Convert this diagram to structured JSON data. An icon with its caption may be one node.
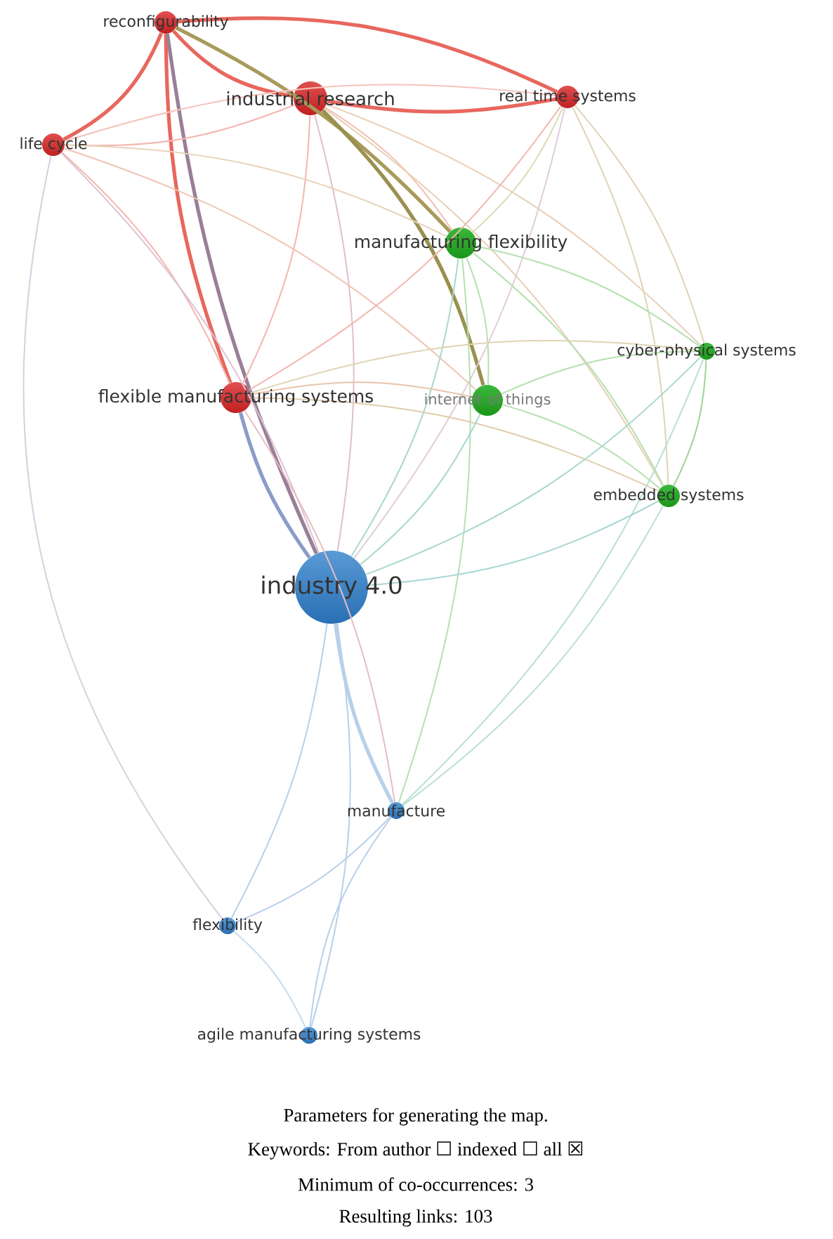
{
  "diagram": {
    "caption": "Parameters for generating the map.",
    "nodes": [
      {
        "text": [
          "reconfigurability"
        ]
      },
      {
        "text": [
          "industrial research"
        ]
      },
      {
        "text": [
          "real time systems"
        ]
      },
      {
        "text": [
          "life cycle"
        ]
      },
      {
        "text": [
          "manufacturing flexibility"
        ]
      },
      {
        "text": [
          "cyber-physical systems"
        ]
      },
      {
        "text": [
          "flexible manufacturing systems"
        ]
      },
      {
        "text": [
          "internet of things"
        ]
      },
      {
        "text": [
          "embedded systems"
        ]
      },
      {
        "text": [
          "industry 4.0"
        ]
      },
      {
        "text": [
          "manufacture"
        ]
      },
      {
        "text": [
          "flexibility"
        ]
      },
      {
        "text": [
          "agile manufacturing systems"
        ]
      }
    ],
    "edges": [
      {
        "from": 0,
        "to": 1,
        "arrow": "none",
        "style": "thick",
        "color": "#e8675e"
      },
      {
        "from": 0,
        "to": 2,
        "arrow": "none",
        "style": "thick",
        "color": "#e8675e"
      },
      {
        "from": 0,
        "to": 3,
        "arrow": "none",
        "style": "thick",
        "color": "#e8675e"
      },
      {
        "from": 0,
        "to": 6,
        "arrow": "none",
        "style": "thick",
        "color": "#e8675e"
      },
      {
        "from": 0,
        "to": 9,
        "arrow": "none",
        "style": "thick",
        "color": "#9a7f98"
      },
      {
        "from": 0,
        "to": 4,
        "arrow": "none",
        "style": "thick",
        "color": "#a89a5a"
      },
      {
        "from": 1,
        "to": 2,
        "arrow": "none",
        "style": "thick",
        "color": "#e8675e"
      },
      {
        "from": 1,
        "to": 3,
        "arrow": "none",
        "color": "#f4b6b0"
      },
      {
        "from": 1,
        "to": 6,
        "arrow": "none",
        "color": "#f4b6b0"
      },
      {
        "from": 1,
        "to": 9,
        "arrow": "none",
        "color": "#dcc0d0"
      },
      {
        "from": 1,
        "to": 4,
        "arrow": "none",
        "color": "#f2c0b0"
      },
      {
        "from": 1,
        "to": 7,
        "arrow": "none",
        "style": "thick",
        "color": "#9a9050"
      },
      {
        "from": 1,
        "to": 5,
        "arrow": "none",
        "color": "#e8d0b8"
      },
      {
        "from": 1,
        "to": 8,
        "arrow": "none",
        "color": "#e8d0b8"
      },
      {
        "from": 3,
        "to": 6,
        "arrow": "none",
        "color": "#f4b6b0"
      },
      {
        "from": 3,
        "to": 9,
        "arrow": "none",
        "color": "#dcc4d4"
      },
      {
        "from": 3,
        "to": 4,
        "arrow": "none",
        "color": "#e8d4bc"
      },
      {
        "from": 3,
        "to": 7,
        "arrow": "none",
        "color": "#f0c4b4"
      },
      {
        "from": 3,
        "to": 2,
        "arrow": "none",
        "color": "#f4c4bc"
      },
      {
        "from": 3,
        "to": 11,
        "arrow": "none",
        "color": "#dccce0"
      },
      {
        "from": 2,
        "to": 6,
        "arrow": "none",
        "color": "#f4b6b0"
      },
      {
        "from": 2,
        "to": 4,
        "arrow": "none",
        "color": "#dcdcb4"
      },
      {
        "from": 2,
        "to": 5,
        "arrow": "none",
        "color": "#e0d4b4"
      },
      {
        "from": 2,
        "to": 8,
        "arrow": "none",
        "color": "#e0d4b4"
      },
      {
        "from": 2,
        "to": 9,
        "arrow": "none",
        "color": "#e0ccd8"
      },
      {
        "from": 4,
        "to": 9,
        "arrow": "none",
        "color": "#a8d8cc"
      },
      {
        "from": 4,
        "to": 5,
        "arrow": "none",
        "color": "#b6e0b0"
      },
      {
        "from": 4,
        "to": 8,
        "arrow": "none",
        "color": "#b6e0b0"
      },
      {
        "from": 4,
        "to": 7,
        "arrow": "none",
        "color": "#b6e0b0"
      },
      {
        "from": 4,
        "to": 10,
        "arrow": "none",
        "color": "#b6e0b0"
      },
      {
        "from": 6,
        "to": 9,
        "arrow": "none",
        "style": "thick",
        "color": "#8c9cc8"
      },
      {
        "from": 6,
        "to": 7,
        "arrow": "none",
        "color": "#e8c4ac"
      },
      {
        "from": 6,
        "to": 5,
        "arrow": "none",
        "color": "#e0d4b4"
      },
      {
        "from": 6,
        "to": 8,
        "arrow": "none",
        "color": "#e0ccac"
      },
      {
        "from": 6,
        "to": 10,
        "arrow": "none",
        "color": "#e8bcc4"
      },
      {
        "from": 7,
        "to": 9,
        "arrow": "none",
        "color": "#a8d8cc"
      },
      {
        "from": 7,
        "to": 5,
        "arrow": "none",
        "color": "#b6e0b0"
      },
      {
        "from": 7,
        "to": 8,
        "arrow": "none",
        "color": "#b6e0b0"
      },
      {
        "from": 5,
        "to": 8,
        "arrow": "none",
        "color": "#9ed496"
      },
      {
        "from": 5,
        "to": 9,
        "arrow": "none",
        "color": "#a8d8cc"
      },
      {
        "from": 5,
        "to": 10,
        "arrow": "none",
        "color": "#b8e0d0"
      },
      {
        "from": 8,
        "to": 9,
        "arrow": "none",
        "color": "#a8d8d4"
      },
      {
        "from": 8,
        "to": 10,
        "arrow": "none",
        "color": "#b8e0d0"
      },
      {
        "from": 9,
        "to": 10,
        "arrow": "none",
        "style": "thick",
        "color": "#b8d0ea"
      },
      {
        "from": 9,
        "to": 11,
        "arrow": "none",
        "color": "#b8d0ea"
      },
      {
        "from": 9,
        "to": 12,
        "arrow": "none",
        "color": "#b8d0ea"
      },
      {
        "from": 10,
        "to": 11,
        "arrow": "none",
        "color": "#b8d0ea"
      },
      {
        "from": 10,
        "to": 12,
        "arrow": "none",
        "color": "#b8d0ea"
      },
      {
        "from": 11,
        "to": 12,
        "arrow": "none",
        "color": "#c8dcee"
      }
    ],
    "labels": [
      "Keywords: From author ☐ indexed ☐ all ☒",
      "Minimum of co-occurrences: 3",
      "Resulting links: 103"
    ]
  }
}
